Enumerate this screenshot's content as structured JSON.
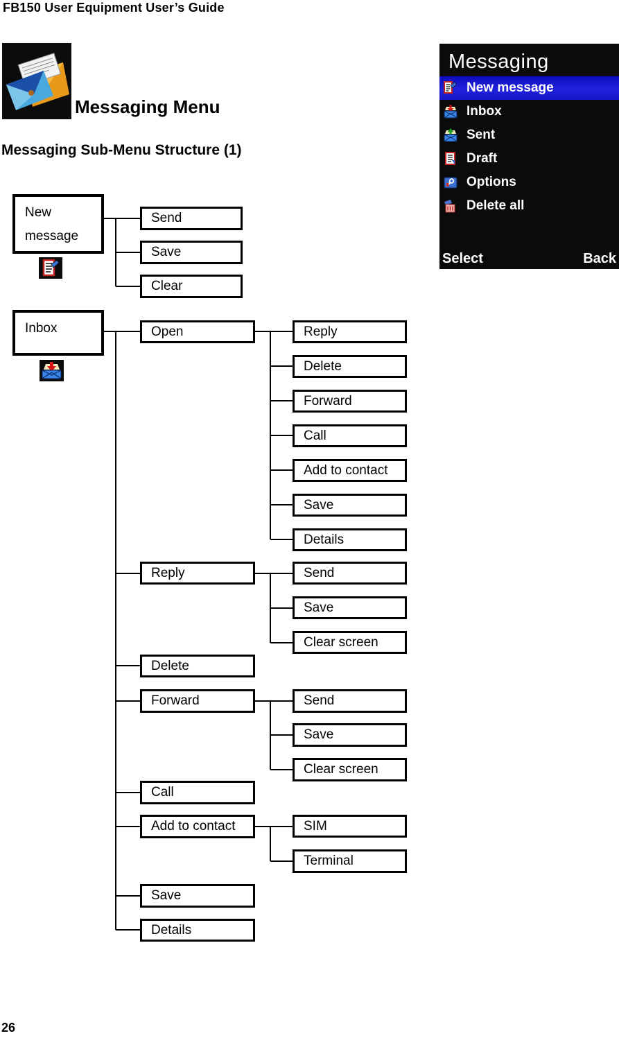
{
  "document": {
    "header": "FB150 User Equipment User’s Guide",
    "section_title": "Messaging Menu",
    "subsection_title": "Messaging Sub-Menu Structure (1)",
    "page_number": "26"
  },
  "phone_screen": {
    "title": "Messaging",
    "menu_items": [
      {
        "label": "New message",
        "icon": "new-message-icon",
        "selected": true
      },
      {
        "label": "Inbox",
        "icon": "inbox-icon",
        "selected": false
      },
      {
        "label": "Sent",
        "icon": "sent-icon",
        "selected": false
      },
      {
        "label": "Draft",
        "icon": "draft-icon",
        "selected": false
      },
      {
        "label": "Options",
        "icon": "options-icon",
        "selected": false
      },
      {
        "label": "Delete all",
        "icon": "delete-all-icon",
        "selected": false
      }
    ],
    "softkey_left": "Select",
    "softkey_right": "Back",
    "colors": {
      "background": "#0b0b0b",
      "highlight": "#1b1bd0",
      "text": "#ffffff"
    }
  },
  "tree": {
    "new_message": {
      "label": "New message",
      "icon": "new-message-icon",
      "children": {
        "send": "Send",
        "save": "Save",
        "clear": "Clear"
      }
    },
    "inbox": {
      "label": "Inbox",
      "icon": "inbox-icon",
      "children": {
        "open": {
          "label": "Open",
          "children": {
            "reply": "Reply",
            "delete": "Delete",
            "forward": "Forward",
            "call": "Call",
            "add_to_contact": "Add to contact",
            "save": "Save",
            "details": "Details"
          }
        },
        "reply": {
          "label": "Reply",
          "children": {
            "send": "Send",
            "save": "Save",
            "clear_screen": "Clear screen"
          }
        },
        "delete": {
          "label": "Delete"
        },
        "forward": {
          "label": "Forward",
          "children": {
            "send": "Send",
            "save": "Save",
            "clear_screen": "Clear screen"
          }
        },
        "call": {
          "label": "Call"
        },
        "add_to_contact": {
          "label": "Add to contact",
          "children": {
            "sim": "SIM",
            "terminal": "Terminal"
          }
        },
        "save": {
          "label": "Save"
        },
        "details": {
          "label": "Details"
        }
      }
    }
  }
}
